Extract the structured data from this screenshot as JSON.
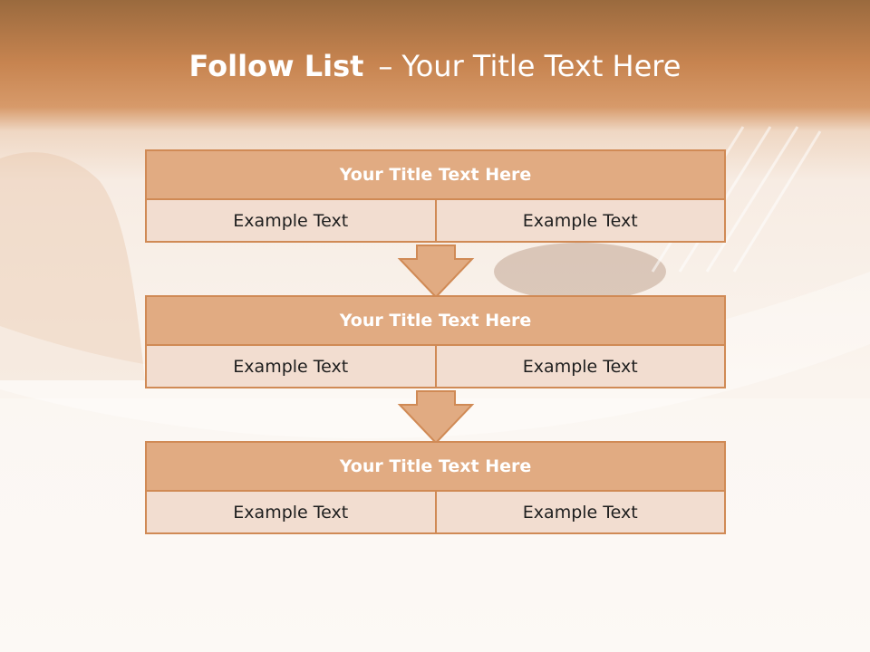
{
  "slide": {
    "title_bold": "Follow List",
    "title_dash": "–",
    "title_rest": "Your Title Text Here"
  },
  "blocks": [
    {
      "title": "Your Title Text Here",
      "left": "Example Text",
      "right": "Example Text"
    },
    {
      "title": "Your Title Text Here",
      "left": "Example Text",
      "right": "Example Text"
    },
    {
      "title": "Your Title Text Here",
      "left": "Example Text",
      "right": "Example Text"
    }
  ],
  "colors": {
    "header_fill": "#e1ab82",
    "cell_fill": "#f2ddd0",
    "border": "#d08a55",
    "banner_top": "#9a6a3e"
  }
}
